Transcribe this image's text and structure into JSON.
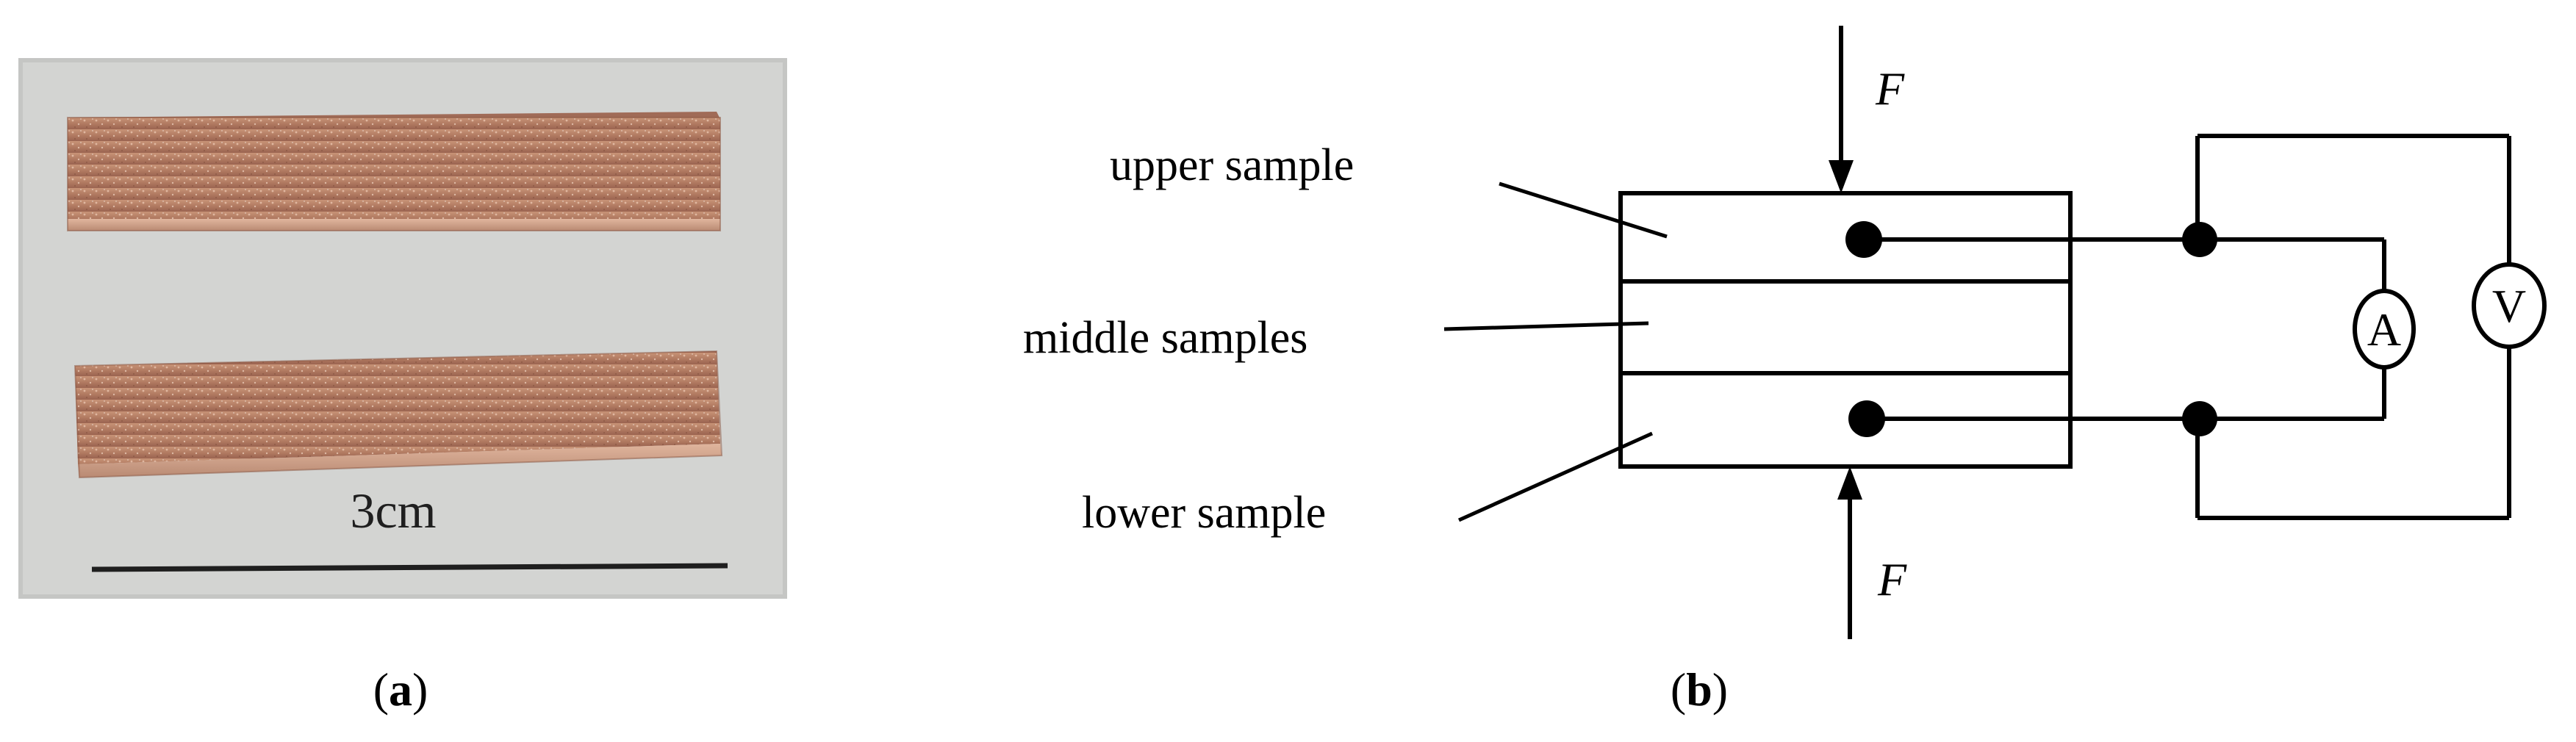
{
  "panel_a": {
    "scale_label": "3cm",
    "caption_letter": "a",
    "colors": {
      "background": "#d3d4d2",
      "copper": "#b27b62",
      "copper_dark": "#7d4d39"
    }
  },
  "panel_b": {
    "labels": {
      "upper": "upper sample",
      "middle": "middle samples",
      "lower": "lower sample"
    },
    "force_top": "F",
    "force_bottom": "F",
    "ammeter": "A",
    "voltmeter": "V",
    "caption_letter": "b"
  }
}
